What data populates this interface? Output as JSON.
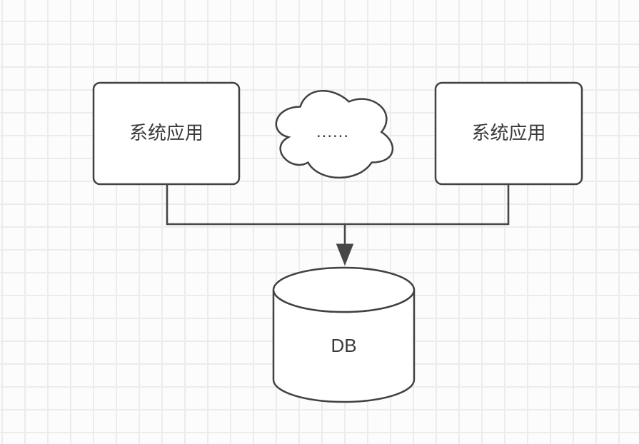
{
  "diagram": {
    "nodes": {
      "left_box": {
        "label": "系统应用",
        "shape": "rounded-rectangle"
      },
      "cloud": {
        "label": "......",
        "shape": "cloud"
      },
      "right_box": {
        "label": "系统应用",
        "shape": "rounded-rectangle"
      },
      "database": {
        "label": "DB",
        "shape": "cylinder"
      }
    },
    "edges": [
      {
        "from": "left_box",
        "to": "database",
        "style": "orthogonal",
        "arrow": "filled-triangle-down"
      },
      {
        "from": "right_box",
        "to": "database",
        "style": "orthogonal",
        "arrow": "filled-triangle-down"
      }
    ],
    "colors": {
      "shape_stroke": "#414141",
      "edge_stroke": "#474747",
      "shape_fill": "#ffffff",
      "label_text": "#3a3a3a",
      "canvas_background": "#fcfcfc",
      "grid_line": "#ececec"
    }
  }
}
